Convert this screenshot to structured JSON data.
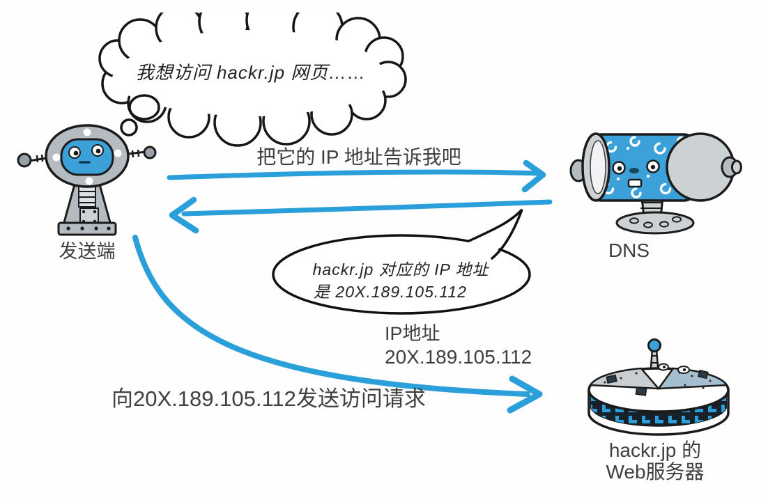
{
  "diagram": {
    "title_implicit": "DNS resolution flow",
    "colors": {
      "arrow_blue": "#2b9fd9",
      "character_blue": "#3ba1d8",
      "ink": "#1b1b1b",
      "gray": "#b4bcc2",
      "label_text": "#3f3f3f"
    }
  },
  "sender": {
    "label": "发送端",
    "thought": "我想访问 hackr.jp 网页……"
  },
  "dns": {
    "label": "DNS",
    "reply_line1": "hackr.jp 对应的 IP 地址",
    "reply_line2": "是 20X.189.105.112"
  },
  "web_server": {
    "label_line1": "hackr.jp 的",
    "label_line2": "Web服务器"
  },
  "messages": {
    "request_ip": "把它的 IP 地址告诉我吧",
    "ip_caption_line1": "IP地址",
    "ip_caption_line2": "20X.189.105.112",
    "access_request": "向20X.189.105.112发送访问请求"
  }
}
